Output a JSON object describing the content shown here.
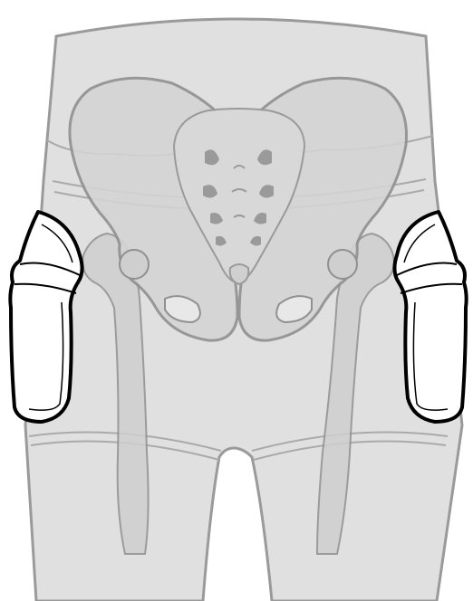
{
  "illustration": {
    "subject": "pelvis-and-hip-anatomy",
    "views": [
      "body-silhouette",
      "pelvis-bones",
      "femurs",
      "hip-protector-pads"
    ],
    "pads": [
      {
        "side": "left"
      },
      {
        "side": "right"
      }
    ]
  },
  "colors": {
    "background": "#ffffff",
    "body_fill": "#e0e0e0",
    "body_stroke": "#9a9a9a",
    "bone_fill": "#cfcfcf",
    "bone_stroke": "#909090",
    "sacrum_fill": "#d8d8d8",
    "foramen_fill": "#9a9a9a",
    "pad_fill": "#ffffff",
    "pad_stroke": "#000000"
  }
}
